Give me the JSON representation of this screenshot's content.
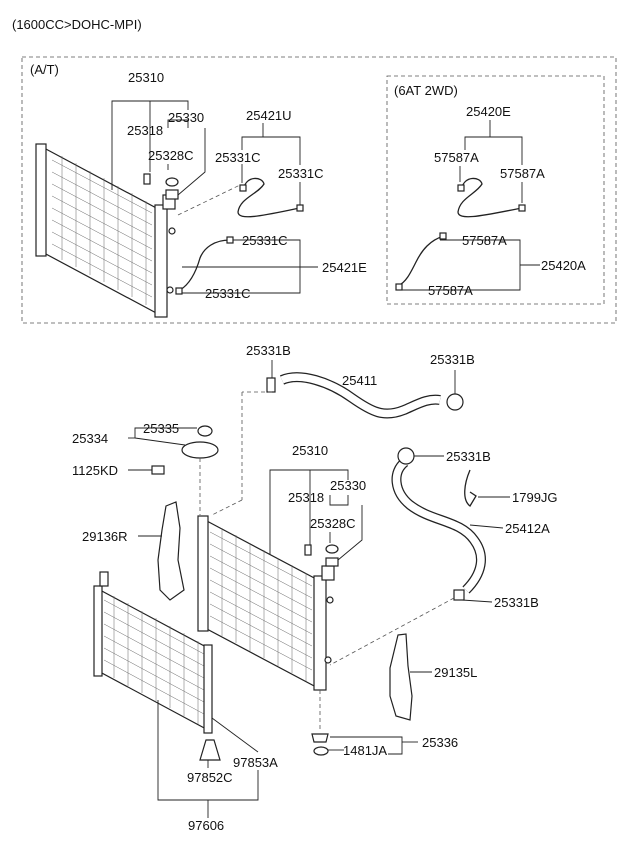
{
  "header": "(1600CC>DOHC-MPI)",
  "box_at": {
    "label": "(A/T)"
  },
  "box_6at": {
    "label": "(6AT 2WD)"
  },
  "labels": {
    "top_25310": "25310",
    "top_25330": "25330",
    "top_25318": "25318",
    "top_25328C": "25328C",
    "top_25421U": "25421U",
    "top_25331C_a": "25331C",
    "top_25331C_b": "25331C",
    "top_25331C_c": "25331C",
    "top_25331C_d": "25331C",
    "top_25421E": "25421E",
    "top_25420E": "25420E",
    "top_57587A_a": "57587A",
    "top_57587A_b": "57587A",
    "top_57587A_c": "57587A",
    "top_57587A_d": "57587A",
    "top_25420A": "25420A",
    "b_25331B_a": "25331B",
    "b_25331B_b": "25331B",
    "b_25331B_c": "25331B",
    "b_25331B_d": "25331B",
    "b_25411": "25411",
    "b_25335": "25335",
    "b_25334": "25334",
    "b_1125KD": "1125KD",
    "b_25310": "25310",
    "b_25318": "25318",
    "b_25330": "25330",
    "b_25328C": "25328C",
    "b_1799JG": "1799JG",
    "b_25412A": "25412A",
    "b_29136R": "29136R",
    "b_29135L": "29135L",
    "b_25336": "25336",
    "b_1481JA": "1481JA",
    "b_97853A": "97853A",
    "b_97852C": "97852C",
    "b_97606": "97606"
  }
}
